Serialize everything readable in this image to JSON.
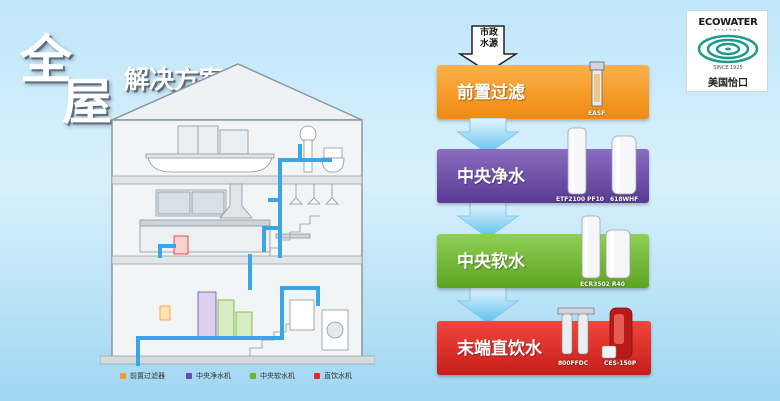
{
  "title": {
    "line1": "全",
    "line2": "屋",
    "rest": "解决方案"
  },
  "logo": {
    "brand": "ECOWATER",
    "brand_sub": "SYSTEMS",
    "since": "SINCE 1925",
    "cn": "美国怡口"
  },
  "municipal": {
    "line1": "市政",
    "line2": "水源"
  },
  "stages": [
    {
      "label": "前置过滤",
      "products": [
        "EASF"
      ],
      "color": "#f39a20"
    },
    {
      "label": "中央净水",
      "products": [
        "ETF2100 PF10",
        "618WHF"
      ],
      "color": "#6a4aa8"
    },
    {
      "label": "中央软水",
      "products": [
        "ECR3502 R40"
      ],
      "color": "#6db42c"
    },
    {
      "label": "末端直饮水",
      "products": [
        "800FFDC",
        "CES-150P"
      ],
      "color": "#dd2b24"
    }
  ],
  "legend": [
    {
      "label": "前置过滤器",
      "color": "#f39a20"
    },
    {
      "label": "中央净水机",
      "color": "#6a4aa8"
    },
    {
      "label": "中央软水机",
      "color": "#6db42c"
    },
    {
      "label": "直饮水机",
      "color": "#dd2b24"
    }
  ],
  "colors": {
    "pipe": "#3aa6e8",
    "accent_blue": "#39a9e6"
  }
}
